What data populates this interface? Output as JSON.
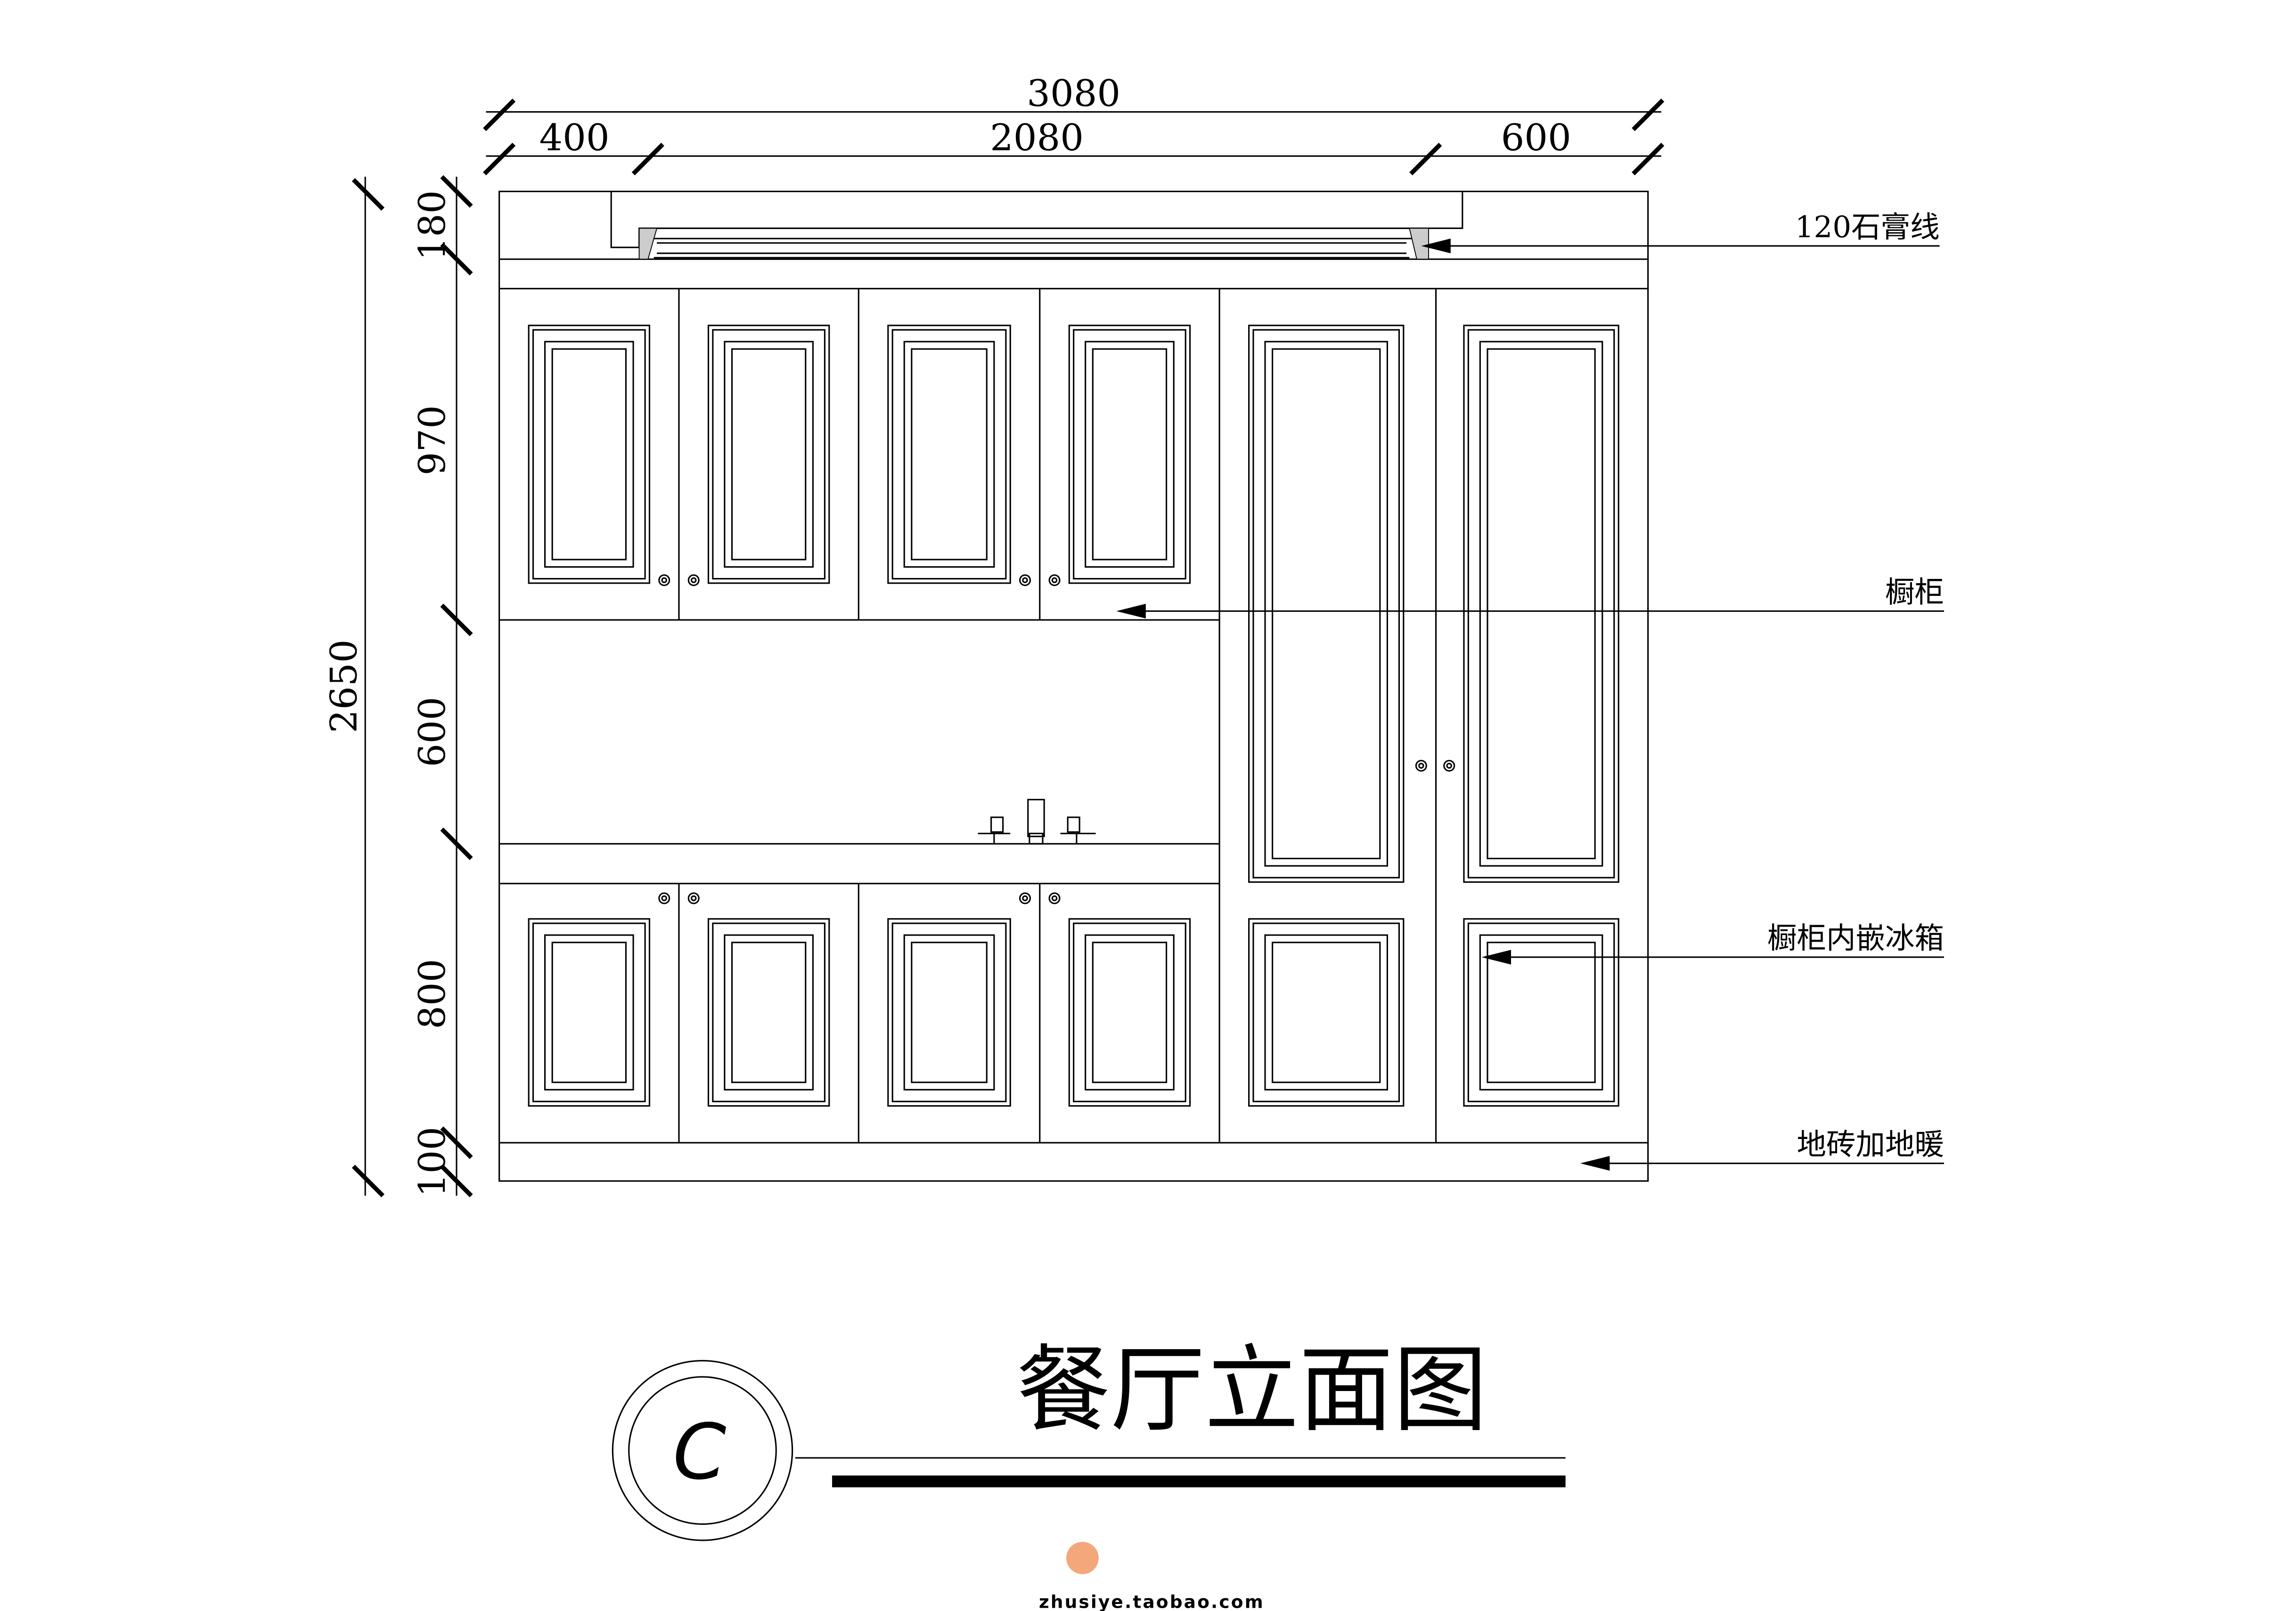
{
  "title": "餐厅立面图",
  "section_symbol": "C",
  "watermark": "zhusiye.taobao.com",
  "dimensions": {
    "overall_width": "3080",
    "width_segments": [
      "400",
      "2080",
      "600"
    ],
    "overall_height": "2650",
    "height_segments": [
      "180",
      "970",
      "600",
      "800",
      "100"
    ]
  },
  "annotations": [
    "120石膏线",
    "橱柜",
    "橱柜内嵌冰箱",
    "地砖加地暖"
  ]
}
